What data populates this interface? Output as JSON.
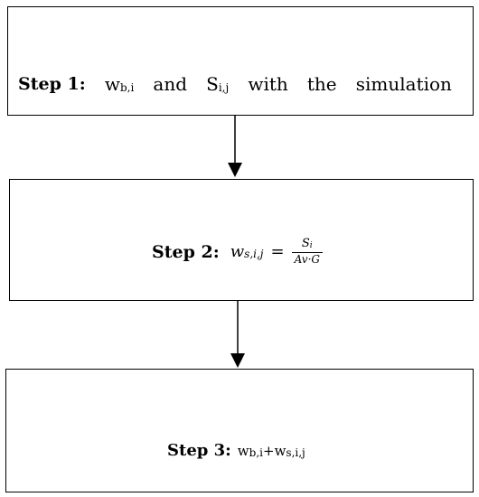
{
  "step1": {
    "label": "Step 1:",
    "w_base": "w",
    "w_sub": "b,i",
    "word_and": "and",
    "s_base": "S",
    "s_sub": "i,j",
    "word_with": "with",
    "word_the": "the",
    "word_simulation": "simulation"
  },
  "step2": {
    "label": "Step 2:",
    "lhs_base": "w",
    "lhs_sub": "s,i,j",
    "equals": "=",
    "numerator": "S",
    "numerator_sub": "i",
    "denominator": "Av·G"
  },
  "step3": {
    "label": "Step 3:",
    "term1_base": "w",
    "term1_sub": "b,i",
    "plus": "+",
    "term2_base": "w",
    "term2_sub": "s,i,j"
  },
  "colors": {
    "line": "#000000",
    "background": "#ffffff"
  }
}
